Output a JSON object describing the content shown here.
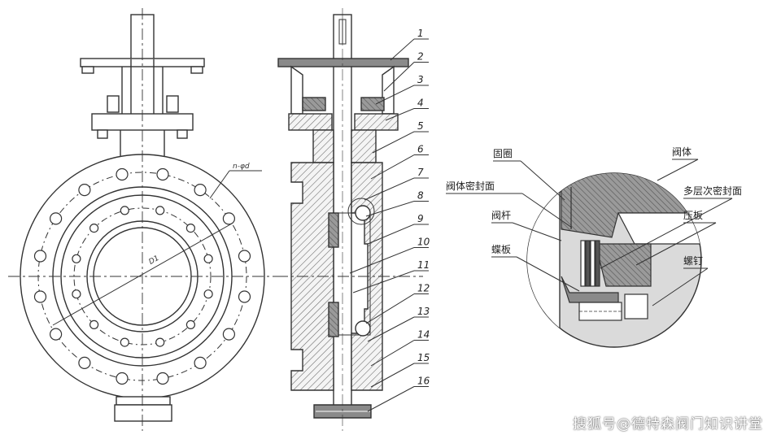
{
  "front_view": {
    "dim_nd": "n-φd",
    "dim_d1": "D1"
  },
  "section_view": {
    "part_numbers": [
      "1",
      "2",
      "3",
      "4",
      "5",
      "6",
      "7",
      "8",
      "9",
      "10",
      "11",
      "12",
      "13",
      "14",
      "15",
      "16"
    ]
  },
  "detail_view": {
    "labels": {
      "retaining_ring": "固圈",
      "valve_body": "阀体",
      "body_seal_face": "阀体密封面",
      "multilayer_seal_face": "多层次密封面",
      "valve_stem": "阀杆",
      "pressure_plate": "压板",
      "butterfly_plate": "蝶板",
      "screw": "螺钉"
    }
  },
  "watermark": "搜狐号@德特森阀门知识讲堂",
  "colors": {
    "line": "#333333",
    "hatch": "#666666",
    "fill_gray": "#8a8a8a",
    "detail_bg": "#d9d9d9"
  }
}
